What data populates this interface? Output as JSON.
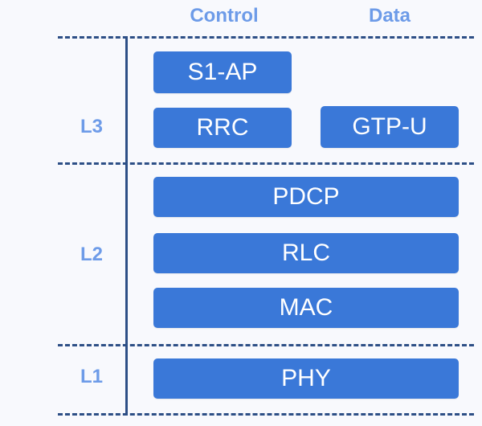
{
  "headers": {
    "control": "Control",
    "data": "Data"
  },
  "layers": {
    "l3": "L3",
    "l2": "L2",
    "l1": "L1"
  },
  "blocks": {
    "s1ap": "S1-AP",
    "rrc": "RRC",
    "gtpu": "GTP-U",
    "pdcp": "PDCP",
    "rlc": "RLC",
    "mac": "MAC",
    "phy": "PHY"
  },
  "colors": {
    "block": "#3a78d8",
    "label": "#6d9be8",
    "line": "#2d4f86",
    "background": "#f8f9fd"
  }
}
